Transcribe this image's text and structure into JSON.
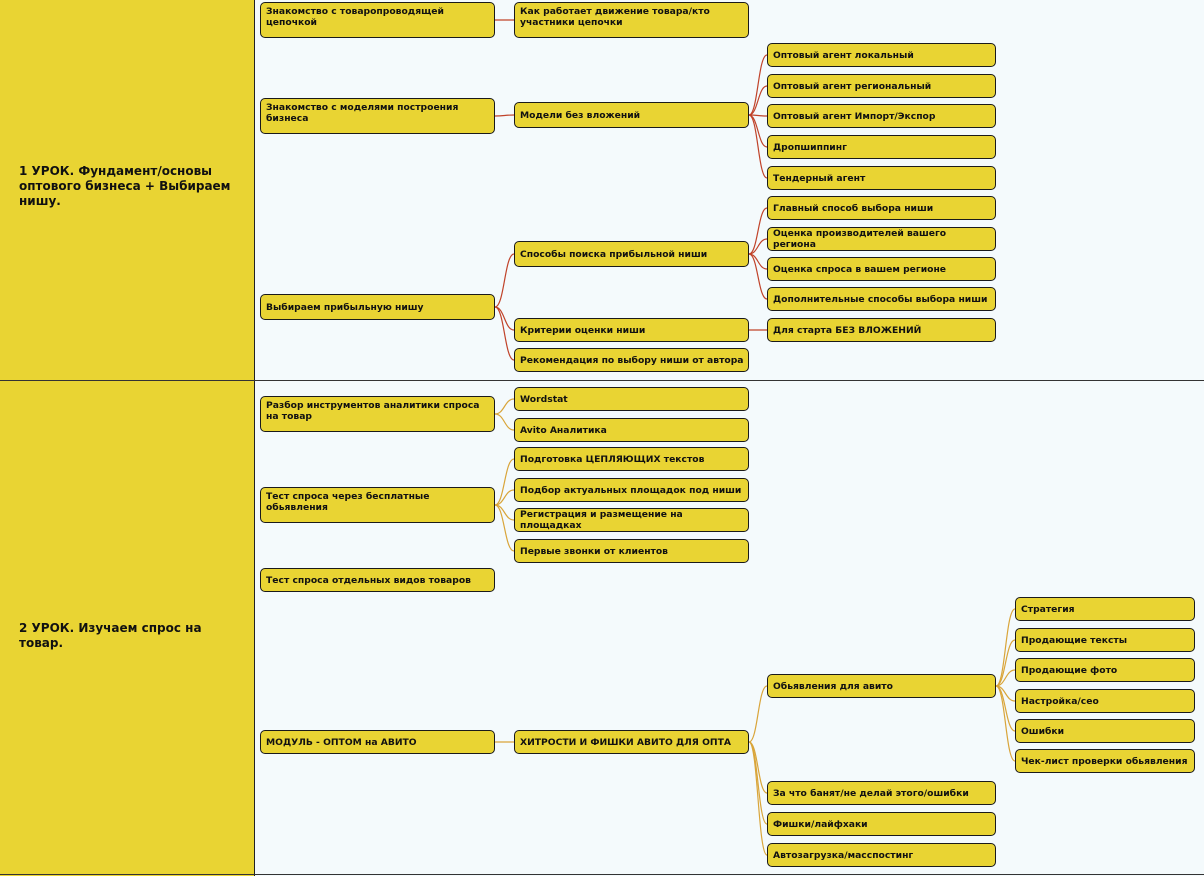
{
  "lessons": [
    {
      "title": "1 УРОК. Фундамент/основы оптового бизнеса + Выбираем нишу."
    },
    {
      "title": "2 УРОК. Изучаем спрос на товар."
    }
  ],
  "colors": {
    "node_fill": "#e9d433",
    "edge_lesson1": "#c0432a",
    "edge_lesson2": "#d9a53a"
  },
  "nodes": {
    "n1": "Знакомство с товаропроводящей цепочкой",
    "n2": "Как работает движение товара/кто участники цепочки",
    "n3": "Знакомство с моделями построения бизнеса",
    "n4": "Модели без вложений",
    "n5": "Оптовый агент локальный",
    "n6": "Оптовый агент региональный",
    "n7": "Оптовый агент Импорт/Экспор",
    "n8": "Дропшиппинг",
    "n9": "Тендерный агент",
    "n10": "Выбираем прибыльную нишу",
    "n11": "Способы поиска прибыльной ниши",
    "n12": "Главный способ выбора ниши",
    "n13": "Оценка производителей вашего региона",
    "n14": "Оценка спроса в вашем регионе",
    "n15": "Дополнительные способы выбора ниши",
    "n16": "Критерии оценки ниши",
    "n17": "Для старта БЕЗ ВЛОЖЕНИЙ",
    "n18": "Рекомендация  по выбору ниши от автора",
    "m1": "Разбор инструментов аналитики спроса на товар",
    "m2": "Wordstat",
    "m3": "Avito Аналитика",
    "m4": "Тест спроса через бесплатные обьявления",
    "m5": "Подготовка ЦЕПЛЯЮЩИХ текстов",
    "m6": "Подбор актуальных площадок под ниши",
    "m7": "Регистрация и размещение на площадках",
    "m8": "Первые звонки от клиентов",
    "m9": "Тест спроса отдельных видов товаров",
    "m10": "МОДУЛЬ - ОПТОМ на АВИТО",
    "m11": "ХИТРОСТИ И ФИШКИ АВИТО ДЛЯ ОПТА",
    "m12": "Обьявления для авито",
    "m13": "Стратегия",
    "m14": "Продающие тексты",
    "m15": "Продающие фото",
    "m16": "Настройка/сео",
    "m17": "Ошибки",
    "m18": "Чек-лист проверки обьявления",
    "m19": "За что банят/не делай этого/ошибки",
    "m20": "Фишки/лайфхаки",
    "m21": "Автозагрузка/масспостинг"
  }
}
